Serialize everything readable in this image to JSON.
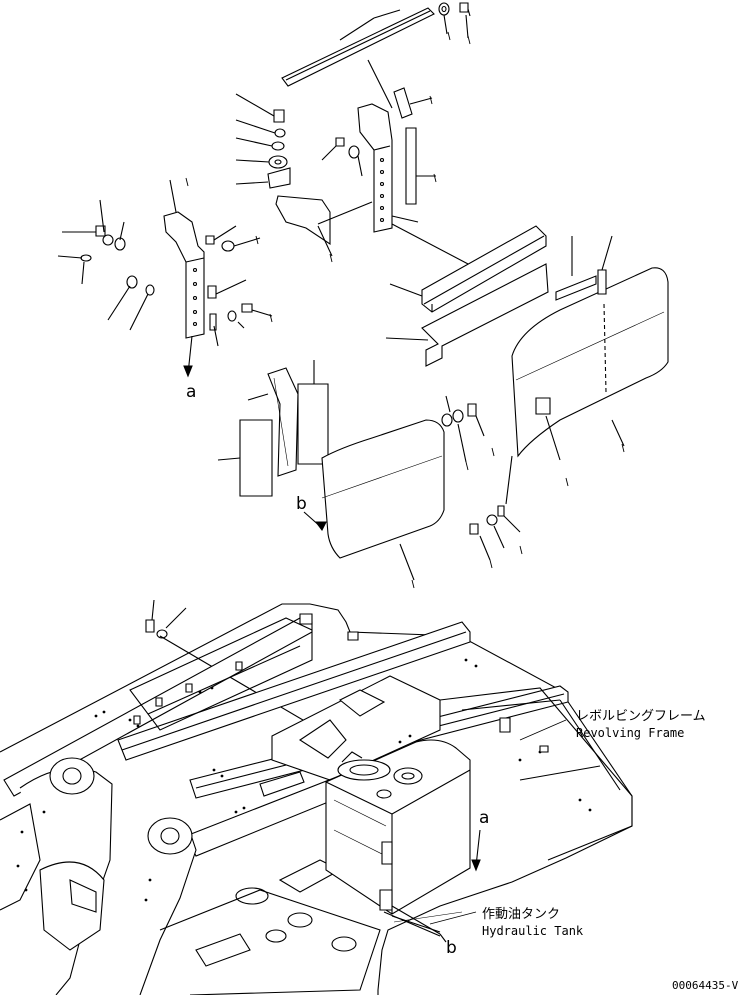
{
  "diagram": {
    "ref_letters": {
      "a_top": "a",
      "a_bottom": "a",
      "b_top": "b",
      "b_bottom": "b"
    },
    "captions": {
      "frame_jp": "レボルビングフレーム",
      "frame_en": "Revolving Frame",
      "tank_jp": "作動油タンク",
      "tank_en": "Hydraulic Tank"
    },
    "drawing_code": "00064435-V"
  }
}
